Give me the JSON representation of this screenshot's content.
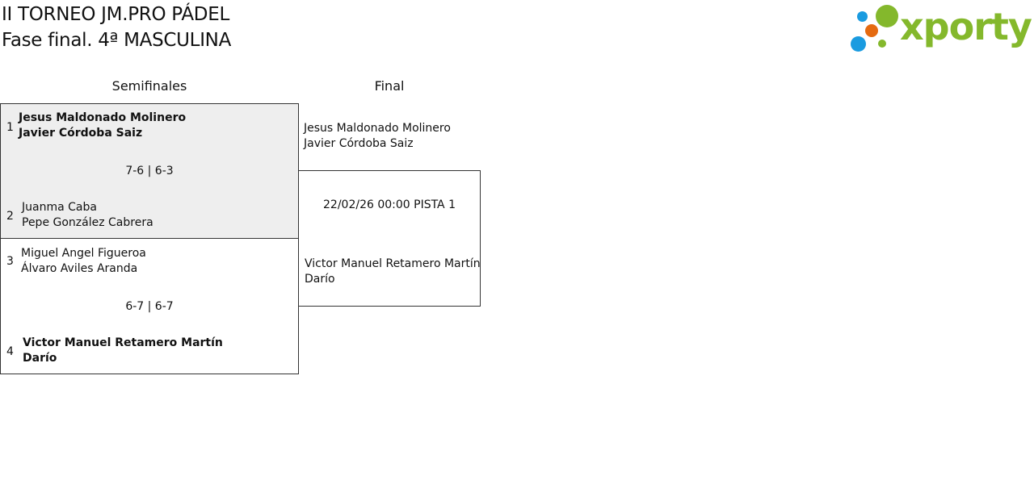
{
  "header": {
    "title_line1": "II TORNEO JM.PRO PÁDEL",
    "title_line2": "Fase final. 4ª MASCULINA"
  },
  "logo": {
    "text": "xporty",
    "brand_color": "#84b82c",
    "dot_colors": [
      "#84b82c",
      "#1a9be0",
      "#e56a10"
    ]
  },
  "columns": {
    "semifinals": "Semifinales",
    "final": "Final"
  },
  "semifinals": [
    {
      "winner_top": true,
      "team_a": {
        "seed": "1",
        "player1": "Jesus Maldonado Molinero",
        "player2": "Javier Córdoba Saiz"
      },
      "score": "7-6 | 6-3",
      "team_b": {
        "seed": "2",
        "player1": "Juanma Caba",
        "player2": "Pepe González Cabrera"
      }
    },
    {
      "winner_top": false,
      "team_a": {
        "seed": "3",
        "player1": "Miguel Angel Figueroa",
        "player2": "Álvaro Aviles Aranda"
      },
      "score": "6-7 | 6-7",
      "team_b": {
        "seed": "4",
        "player1": "Victor Manuel Retamero Martín",
        "player2": "Darío"
      }
    }
  ],
  "final": {
    "team_a": {
      "player1": "Jesus Maldonado Molinero",
      "player2": "Javier Córdoba Saiz"
    },
    "schedule": "22/02/26 00:00 PISTA 1",
    "team_b": {
      "player1": "Victor Manuel Retamero Martín",
      "player2": "Darío"
    }
  }
}
